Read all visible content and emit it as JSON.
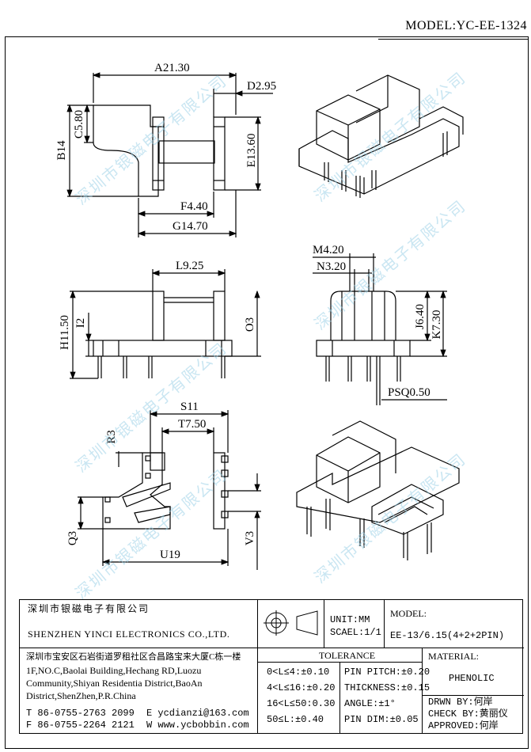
{
  "header": {
    "model_label": "MODEL:YC-EE-1324"
  },
  "watermark": {
    "text": "深圳市银磁电子有限公司"
  },
  "dimensions": {
    "A": "A21.30",
    "B": "B14",
    "C": "C5.80",
    "D": "D2.95",
    "E": "E13.60",
    "F": "F4.40",
    "G": "G14.70",
    "H": "H11.50",
    "I": "I2",
    "L": "L9.25",
    "O": "O3",
    "M": "M4.20",
    "N": "N3.20",
    "J": "J6.40",
    "K": "K7.30",
    "P": "PSQ0.50",
    "S": "S11",
    "T": "T7.50",
    "R": "R3",
    "Q": "Q3",
    "U": "U19",
    "V": "V3"
  },
  "title_block": {
    "company_cn": "深圳市银磁电子有限公司",
    "company_en": "SHENZHEN YINCI ELECTRONICS CO.,LTD.",
    "unit": "UNIT:MM",
    "scale": "SCAEL:1/1",
    "model_label": "MODEL:",
    "model_value": "EE-13/6.15(4+2+2PIN)",
    "address_cn": "深圳市宝安区石岩街道罗租社区合昌路宝来大厦C栋一楼",
    "address_en_1": "1F,NO.C,Baolai Building,Hechang RD,Luozu",
    "address_en_2": "Community,Shiyan Residentia District,BaoAn",
    "address_en_3": "District,ShenZhen,P.R.China",
    "tel": "T 86-0755-2763 2099",
    "fax": "F 86-0755-2264 2121",
    "email": "E ycdianzi@163.com",
    "web": "W www.ycbobbin.com",
    "tolerance_title": "TOLERANCE",
    "tolerance_rows": [
      "0<L≤4:±0.10",
      "4<L≤16:±0.20",
      "16<L≤50:0.30",
      "50≤L:±0.40"
    ],
    "pin_pitch": "PIN PITCH:±0.20",
    "thickness": "THICKNESS:±0.15",
    "angle": "ANGLE:±1°",
    "pin_dim": "PIN DIM:±0.05",
    "material_label": "MATERIAL:",
    "material_value": "PHENOLIC",
    "drawn_by": "DRWN BY:何岸",
    "check_by": "CHECK BY:黄丽仪",
    "approved": "APPROVED:何岸"
  }
}
